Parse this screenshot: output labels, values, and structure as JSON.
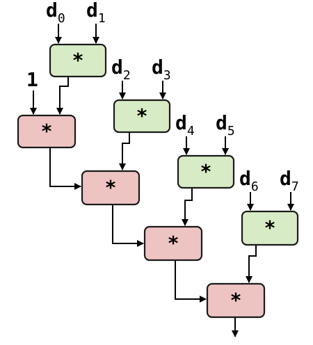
{
  "inputs": [
    {
      "id": "d0",
      "base": "d",
      "sub": "0"
    },
    {
      "id": "d1",
      "base": "d",
      "sub": "1"
    },
    {
      "id": "one",
      "base": "1",
      "sub": ""
    },
    {
      "id": "d2",
      "base": "d",
      "sub": "2"
    },
    {
      "id": "d3",
      "base": "d",
      "sub": "3"
    },
    {
      "id": "d4",
      "base": "d",
      "sub": "4"
    },
    {
      "id": "d5",
      "base": "d",
      "sub": "5"
    },
    {
      "id": "d6",
      "base": "d",
      "sub": "6"
    },
    {
      "id": "d7",
      "base": "d",
      "sub": "7"
    }
  ],
  "operators": [
    {
      "id": "g1",
      "symbol": "*",
      "color": "#d7ecc6",
      "kind": "pair-product"
    },
    {
      "id": "g2",
      "symbol": "*",
      "color": "#d7ecc6",
      "kind": "pair-product"
    },
    {
      "id": "g3",
      "symbol": "*",
      "color": "#d7ecc6",
      "kind": "pair-product"
    },
    {
      "id": "g4",
      "symbol": "*",
      "color": "#d7ecc6",
      "kind": "pair-product"
    },
    {
      "id": "r1",
      "symbol": "*",
      "color": "#eec4c3",
      "kind": "accumulate"
    },
    {
      "id": "r2",
      "symbol": "*",
      "color": "#eec4c3",
      "kind": "accumulate"
    },
    {
      "id": "r3",
      "symbol": "*",
      "color": "#eec4c3",
      "kind": "accumulate"
    },
    {
      "id": "r4",
      "symbol": "*",
      "color": "#eec4c3",
      "kind": "accumulate"
    }
  ],
  "edges": [
    {
      "from": "d0",
      "to": "g1"
    },
    {
      "from": "d1",
      "to": "g1"
    },
    {
      "from": "one",
      "to": "r1"
    },
    {
      "from": "g1",
      "to": "r1"
    },
    {
      "from": "d2",
      "to": "g2"
    },
    {
      "from": "d3",
      "to": "g2"
    },
    {
      "from": "r1",
      "to": "r2"
    },
    {
      "from": "g2",
      "to": "r2"
    },
    {
      "from": "d4",
      "to": "g3"
    },
    {
      "from": "d5",
      "to": "g3"
    },
    {
      "from": "r2",
      "to": "r3"
    },
    {
      "from": "g3",
      "to": "r3"
    },
    {
      "from": "d6",
      "to": "g4"
    },
    {
      "from": "d7",
      "to": "g4"
    },
    {
      "from": "r3",
      "to": "r4"
    },
    {
      "from": "g4",
      "to": "r4"
    },
    {
      "from": "r4",
      "to": "output"
    }
  ]
}
